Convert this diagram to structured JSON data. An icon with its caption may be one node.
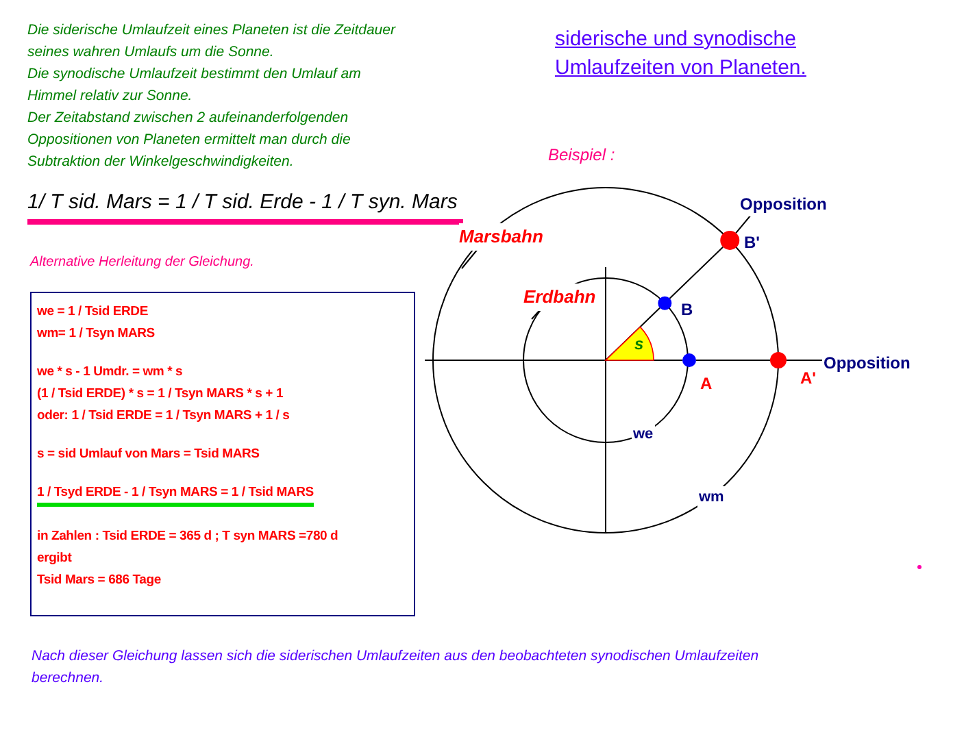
{
  "diagram": {
    "title": "siderische und synodische Umlaufzeiten von Planeten.",
    "nodes": [
      {
        "text": [
          "Marsbahn"
        ]
      },
      {
        "text": [
          "Erdbahn"
        ]
      },
      {
        "text": [
          "Opposition"
        ]
      },
      {
        "text": [],
        "shape": "circle",
        "beside": [
          "B'"
        ]
      },
      {
        "text": [],
        "shape": "circle",
        "beside": [
          "B"
        ]
      },
      {
        "text": [],
        "shape": "circle",
        "beside": [
          "A"
        ]
      },
      {
        "text": [],
        "shape": "circle",
        "beside": [
          "A'"
        ]
      },
      {
        "text": [
          "Opposition"
        ]
      },
      {
        "text": [
          "we = 1 / Tsid ERDE",
          "wm= 1 / Tsyn MARS",
          "we * s - 1 Umdr. = wm * s",
          "(1 / Tsid ERDE) * s = 1 / Tsyn MARS * s + 1",
          "oder: 1 / Tsid ERDE = 1 / Tsyn MARS + 1 / s",
          "s = sid Umlauf von Mars = Tsid MARS",
          "1 / Tsyd ERDE - 1 / Tsyn MARS = 1 / Tsid MARS",
          "in Zahlen : Tsid ERDE = 365 d ; T syn MARS =780 d",
          "ergibt",
          "Tsid Mars = 686 Tage"
        ]
      }
    ],
    "edges": [
      {
        "from": 0,
        "to": null,
        "arrow": "none"
      },
      {
        "from": 1,
        "to": null,
        "arrow": "none"
      },
      {
        "from": 4,
        "to": 3,
        "arrow": "none"
      },
      {
        "from": 2,
        "to": 3,
        "arrow": "none"
      },
      {
        "from": 5,
        "to": 6,
        "arrow": "none"
      },
      {
        "from": 6,
        "to": 7,
        "arrow": "none"
      }
    ],
    "labels": [
      "Die siderische Umlaufzeit eines Planeten ist die Zeitdauer seines wahren Umlaufs um die Sonne.",
      "Die synodische Umlaufzeit bestimmt den Umlauf am Himmel relativ zur Sonne.",
      "Der Zeitabstand zwischen 2 aufeinanderfolgenden Oppositionen von Planeten ermittelt man durch die Subtraktion der Winkelgeschwindigkeiten.",
      "1/ T sid. Mars = 1 / T sid. Erde - 1 / T syn. Mars",
      "Beispiel :",
      "Alternative Herleitung der Gleichung.",
      "s",
      "we",
      "wm",
      "Nach dieser Gleichung lassen sich die siderischen Umlaufzeiten aus den beobachteten synodischen Umlaufzeiten berechnen."
    ]
  }
}
